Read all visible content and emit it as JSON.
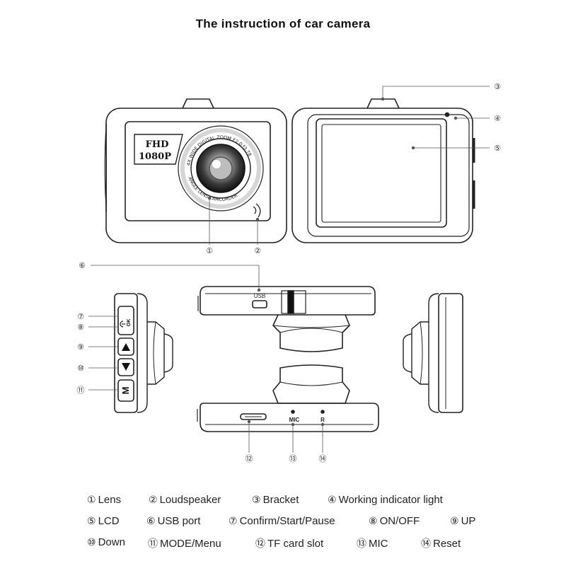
{
  "title": "The instruction of car camera",
  "front": {
    "badge_line1": "FHD",
    "badge_line2": "1080P",
    "lens_ring_top": "4X WIDE DIGITAL ZOOM F2.0 f3.78",
    "lens_ring_bottom": "ANGLE LENS   CAMCORDER"
  },
  "top_view": {
    "usb_label": "USB"
  },
  "bottom_view": {
    "mic_label": "MIC",
    "reset_label": "R"
  },
  "side_buttons": {
    "ok_label": "OK",
    "mode_label": "M"
  },
  "callouts": [
    "①",
    "②",
    "③",
    "④",
    "⑤",
    "⑥",
    "⑦",
    "⑧",
    "⑨",
    "⑩",
    "⑪",
    "⑫",
    "⑬",
    "⑭"
  ],
  "legend": [
    {
      "num": "①",
      "label": "Lens"
    },
    {
      "num": "②",
      "label": "Loudspeaker"
    },
    {
      "num": "③",
      "label": "Bracket"
    },
    {
      "num": "④",
      "label": "Working indicator light"
    },
    {
      "num": "⑤",
      "label": "LCD"
    },
    {
      "num": "⑥",
      "label": "USB port"
    },
    {
      "num": "⑦",
      "label": "Confirm/Start/Pause"
    },
    {
      "num": "⑧",
      "label": "ON/OFF"
    },
    {
      "num": "⑨",
      "label": "UP"
    },
    {
      "num": "⑩",
      "label": "Down"
    },
    {
      "num": "⑪",
      "label": "MODE/Menu"
    },
    {
      "num": "⑫",
      "label": "TF card slot"
    },
    {
      "num": "⑬",
      "label": "MIC"
    },
    {
      "num": "⑭",
      "label": "Reset"
    }
  ]
}
